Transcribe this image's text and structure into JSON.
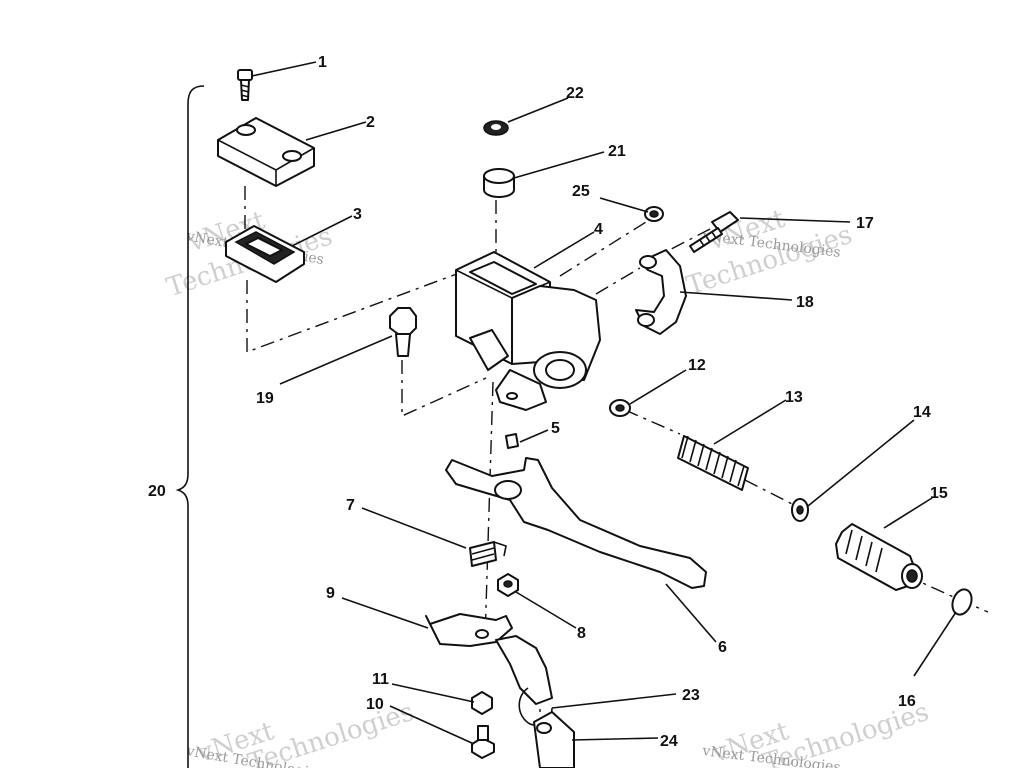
{
  "diagram": {
    "callouts": [
      {
        "id": "1",
        "label": "1"
      },
      {
        "id": "2",
        "label": "2"
      },
      {
        "id": "3",
        "label": "3"
      },
      {
        "id": "4",
        "label": "4"
      },
      {
        "id": "5",
        "label": "5"
      },
      {
        "id": "6",
        "label": "6"
      },
      {
        "id": "7",
        "label": "7"
      },
      {
        "id": "8",
        "label": "8"
      },
      {
        "id": "9",
        "label": "9"
      },
      {
        "id": "10",
        "label": "10"
      },
      {
        "id": "11",
        "label": "11"
      },
      {
        "id": "12",
        "label": "12"
      },
      {
        "id": "13",
        "label": "13"
      },
      {
        "id": "14",
        "label": "14"
      },
      {
        "id": "15",
        "label": "15"
      },
      {
        "id": "16",
        "label": "16"
      },
      {
        "id": "17",
        "label": "17"
      },
      {
        "id": "18",
        "label": "18"
      },
      {
        "id": "19",
        "label": "19"
      },
      {
        "id": "20",
        "label": "20"
      },
      {
        "id": "21",
        "label": "21"
      },
      {
        "id": "22",
        "label": "22"
      },
      {
        "id": "23",
        "label": "23"
      },
      {
        "id": "24",
        "label": "24"
      },
      {
        "id": "25",
        "label": "25"
      }
    ]
  },
  "watermark": {
    "line1": "vNext",
    "line2": "Technologies",
    "small": "vNext Technologies",
    "color": "#cfcfcf"
  }
}
